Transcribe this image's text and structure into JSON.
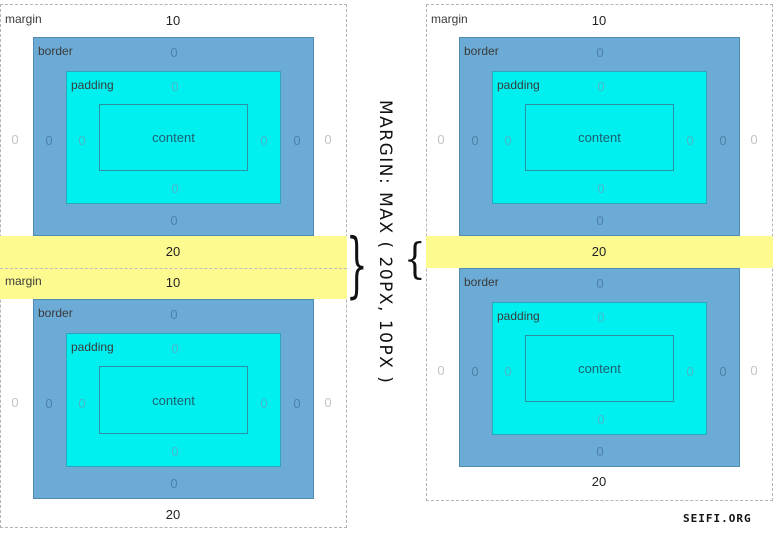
{
  "labels": {
    "margin": "margin",
    "border": "border",
    "padding": "padding",
    "content": "content"
  },
  "left_top_box": {
    "margin_top": "10",
    "margin_bottom": "20",
    "margin_left": "0",
    "margin_right": "0",
    "border_width": "0",
    "padding_width": "0"
  },
  "left_bottom_box": {
    "margin_top": "10",
    "margin_bottom": "20",
    "margin_left": "0",
    "margin_right": "0",
    "border_width": "0",
    "padding_width": "0"
  },
  "right_top_box": {
    "margin_top": "10",
    "margin_left": "0",
    "margin_right": "0",
    "border_width": "0",
    "padding_width": "0"
  },
  "right_bottom_box": {
    "margin_bottom": "20",
    "margin_left": "0",
    "margin_right": "0",
    "border_width": "0",
    "padding_width": "0"
  },
  "collapsed_margin": "20",
  "caption": "MARGIN: MAX ( 20PX, 10PX )",
  "brace_left": "}",
  "brace_right": "{",
  "credit": "SEIFI.ORG",
  "colors": {
    "border_box": "#6babd6",
    "padding_box": "#00f0f0",
    "highlight": "#fdfa8f"
  }
}
